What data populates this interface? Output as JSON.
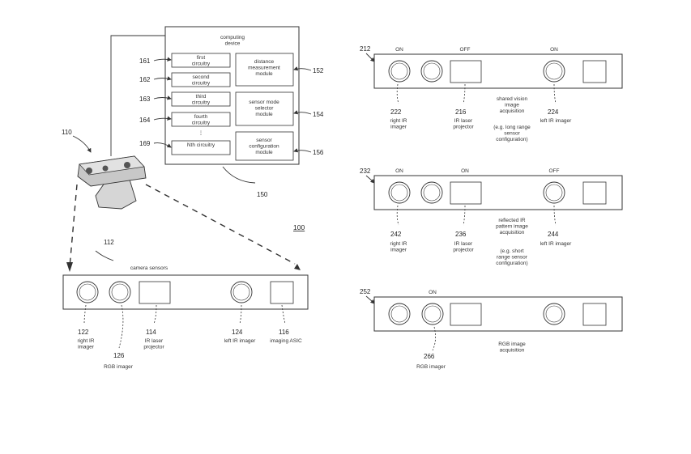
{
  "computing_device": {
    "title": "computing device",
    "ref": "150",
    "circuits": [
      {
        "num": "161",
        "label": "first circuitry"
      },
      {
        "num": "162",
        "label": "second circuitry"
      },
      {
        "num": "163",
        "label": "third circuitry"
      },
      {
        "num": "164",
        "label": "fourth circuitry"
      },
      {
        "num": "169",
        "label": "Nth circuitry"
      }
    ],
    "ellipsis": "⋮",
    "modules": [
      {
        "num": "152",
        "label": "distance measurement module"
      },
      {
        "num": "154",
        "label": "sensor mode selector module"
      },
      {
        "num": "156",
        "label": "sensor configuration module"
      }
    ]
  },
  "camera": {
    "ref": "110",
    "sensors_ref": "112",
    "sensors_title": "camera sensors",
    "system_ref": "100",
    "components": [
      {
        "num": "122",
        "label": "right IR imager"
      },
      {
        "num": "126",
        "label": "RGB imager"
      },
      {
        "num": "114",
        "label": "IR laser projector"
      },
      {
        "num": "124",
        "label": "left IR imager"
      },
      {
        "num": "116",
        "label": "imaging ASIC"
      }
    ]
  },
  "panels": [
    {
      "ref": "212",
      "states": [
        "ON",
        "OFF",
        "ON"
      ],
      "callouts": [
        {
          "num": "222",
          "label": "right IR imager"
        },
        {
          "num": "216",
          "label": "IR laser projector"
        },
        {
          "num": "224",
          "label": "left IR imager"
        }
      ],
      "mode": "shared vision image acquisition",
      "config": "(e.g. long range sensor configuration)"
    },
    {
      "ref": "232",
      "states": [
        "ON",
        "ON",
        "OFF"
      ],
      "callouts": [
        {
          "num": "242",
          "label": "right IR imager"
        },
        {
          "num": "236",
          "label": "IR laser projector"
        },
        {
          "num": "244",
          "label": "left IR imager"
        }
      ],
      "mode": "reflected IR pattern image acquisition",
      "config": "(e.g. short range sensor configuration)"
    },
    {
      "ref": "252",
      "states": [
        "ON"
      ],
      "callouts": [
        {
          "num": "266",
          "label": "RGB imager"
        }
      ],
      "mode": "RGB image acquisition",
      "config": ""
    }
  ]
}
